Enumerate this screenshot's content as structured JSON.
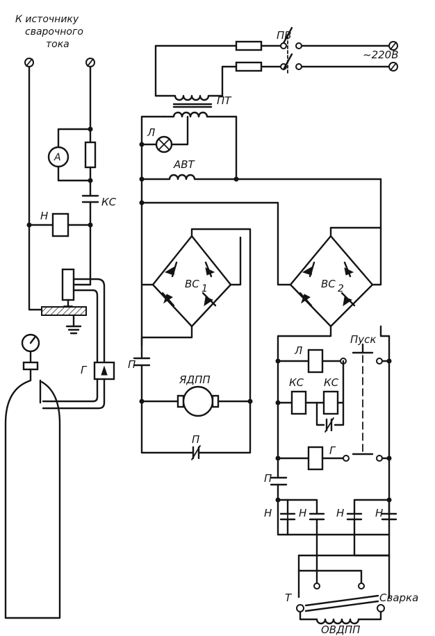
{
  "labels": {
    "source": [
      "К источнику",
      "сварочного",
      "тока"
    ],
    "ks_top": "КС",
    "n_relay": "Н",
    "ammeter": "А",
    "valve": "Г",
    "pv": "ПВ",
    "supply": "~220В",
    "pt": "ПТ",
    "lamp": "Л",
    "avt": "АВТ",
    "bc1": "ВС",
    "bc1_sub": "1",
    "bc2": "ВС",
    "bc2_sub": "2",
    "p_contact_left": "П",
    "motor": "ЯДПП",
    "p_contact_bottom": "П",
    "l_relay": "Л",
    "start": "Пуск",
    "ks1": "КС",
    "ks2": "КС",
    "g_relay": "Г",
    "p_contact_right": "П",
    "n1": "Н",
    "n2": "Н",
    "n3": "Н",
    "n4": "Н",
    "t_label": "Т",
    "weld_label": "Сварка",
    "ovdpp": "ОВДПП"
  }
}
